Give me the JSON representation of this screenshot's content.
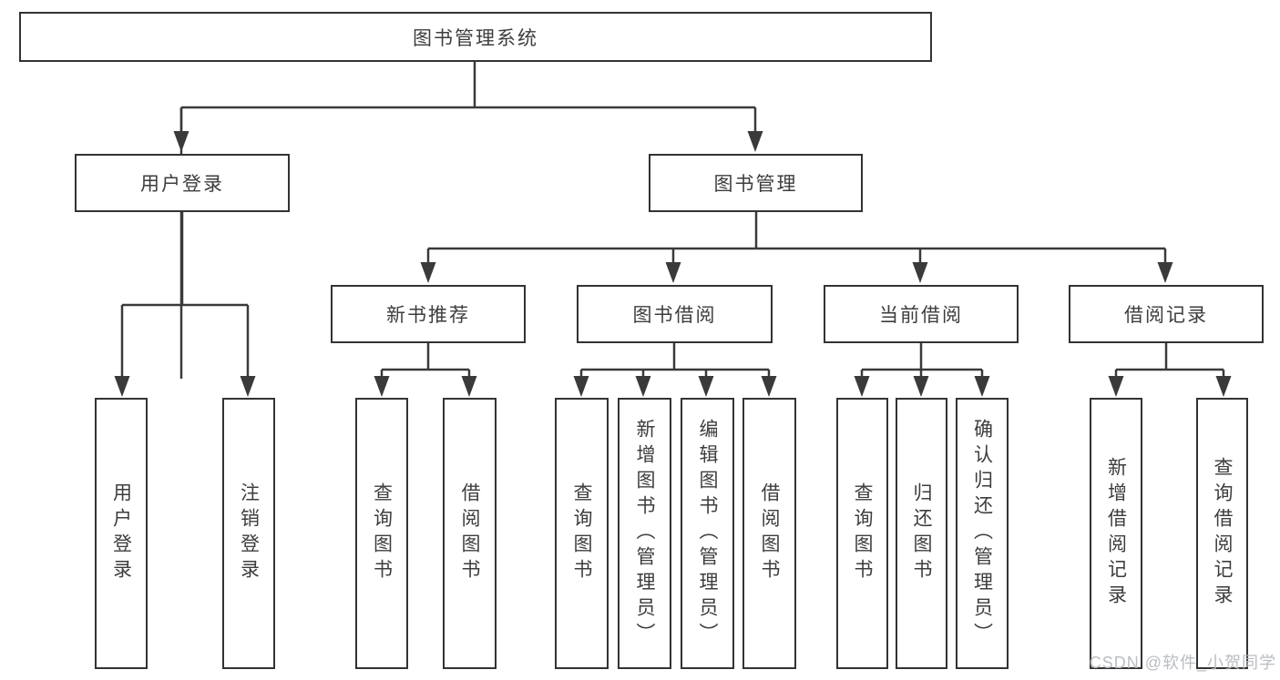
{
  "diagram": {
    "root": "图书管理系统",
    "level2": [
      "用户登录",
      "图书管理"
    ],
    "level3": [
      "新书推荐",
      "图书借阅",
      "当前借阅",
      "借阅记录"
    ],
    "leaf_groups": [
      [
        "用户登录",
        "注销登录"
      ],
      [
        "查询图书",
        "借阅图书"
      ],
      [
        "查询图书",
        "新增图书（管理员）",
        "编辑图书（管理员）",
        "借阅图书"
      ],
      [
        "查询图书",
        "归还图书",
        "确认归还（管理员）"
      ],
      [
        "新增借阅记录",
        "查询借阅记录"
      ]
    ],
    "colors": {
      "line": "#3a3a3a",
      "box_border": "#333333",
      "text": "#3d3d3d",
      "background": "#ffffff",
      "watermark": "#b4b8bd"
    }
  },
  "watermark": "CSDN @软件_小贺同学"
}
